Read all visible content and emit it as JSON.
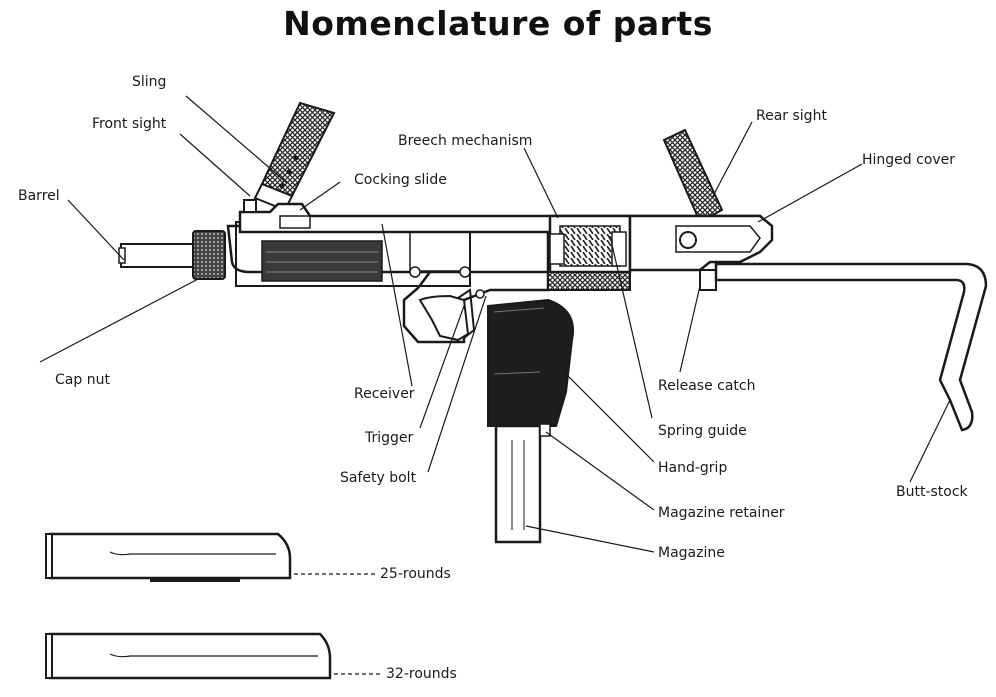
{
  "title": "Nomenclature of parts",
  "labels": {
    "sling": "Sling",
    "front_sight": "Front sight",
    "barrel": "Barrel",
    "cocking_slide": "Cocking slide",
    "cap_nut": "Cap nut",
    "breech_mechanism": "Breech mechanism",
    "rear_sight": "Rear sight",
    "hinged_cover": "Hinged cover",
    "release_catch": "Release catch",
    "spring_guide": "Spring guide",
    "hand_grip": "Hand-grip",
    "magazine_retainer": "Magazine retainer",
    "magazine": "Magazine",
    "butt_stock": "Butt-stock",
    "receiver": "Receiver",
    "trigger": "Trigger",
    "safety_bolt": "Safety bolt"
  },
  "magazines": {
    "short": "25-rounds",
    "long": "32-rounds"
  },
  "colors": {
    "ink": "#1a1a1a",
    "background": "#ffffff"
  }
}
